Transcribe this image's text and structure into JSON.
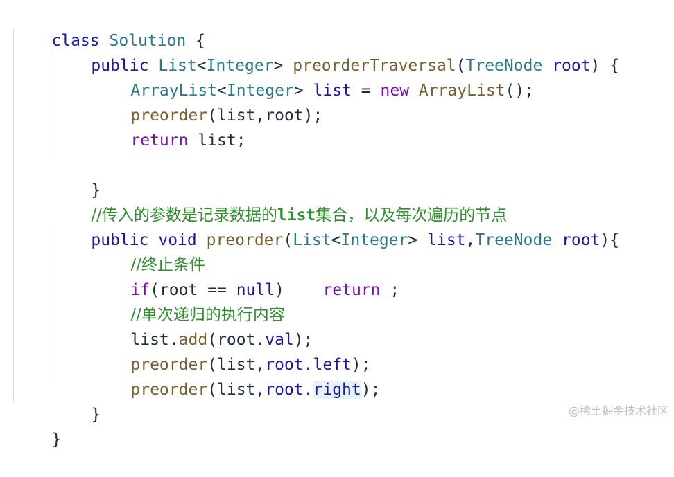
{
  "code": {
    "line1": {
      "kw": "class",
      "name": "Solution",
      "brace": "{"
    },
    "line2": {
      "public": "public",
      "ret_type": "List",
      "generic_open": "<",
      "generic_type": "Integer",
      "generic_close": ">",
      "method": "preorderTraversal",
      "paren_open": "(",
      "param_type": "TreeNode",
      "param_name": "root",
      "paren_close": ")",
      "brace": "{"
    },
    "line3": {
      "type": "ArrayList",
      "generic_open": "<",
      "generic_type": "Integer",
      "generic_close": ">",
      "var": "list",
      "eq": "=",
      "new": "new",
      "ctor": "ArrayList",
      "tail": "();"
    },
    "line4": {
      "fn": "preorder",
      "args": "(list,root);"
    },
    "line5": {
      "kw": "return",
      "rest": " list;"
    },
    "line7": {
      "brace": "}"
    },
    "line8": {
      "prefix": "//传入的参数是记录数据的",
      "bold": "list",
      "suffix": "集合，以及每次遍历的节点"
    },
    "line9": {
      "public": "public",
      "void": "void",
      "fn": "preorder",
      "paren_open": "(",
      "list_type": "List",
      "generic_open": "<",
      "generic_type": "Integer",
      "generic_close": ">",
      "list_name": "list,",
      "node_type": "TreeNode",
      "node_name": "root",
      "tail": "){"
    },
    "line10": {
      "comment": "//终止条件"
    },
    "line11": {
      "if_kw": "if",
      "cond_open": "(root",
      "op": "==",
      "null_kw": "null",
      "cond_close": ")",
      "ret_kw": "return",
      "semi": ";"
    },
    "line12": {
      "comment": "//单次递归的执行内容"
    },
    "line13": {
      "obj": "list.",
      "fn": "add",
      "args": "(root.",
      "field": "val",
      "tail": ");"
    },
    "line14": {
      "fn": "preorder",
      "args": "(list,",
      "root": "root.",
      "field": "left",
      "tail": ");"
    },
    "line15": {
      "fn": "preorder",
      "args": "(list,",
      "root": "root.",
      "field": "right",
      "tail": ");"
    },
    "line16": {
      "brace": "}"
    },
    "line17": {
      "brace": "}"
    }
  },
  "watermark": "@稀土掘金技术社区",
  "colors": {
    "keyword_purple": "#7a0fb0",
    "keyword_blue": "#1a1aa6",
    "type_teal": "#2b7a8b",
    "function_brown": "#75612f",
    "comment_green": "#2f8f2f",
    "indent_guide": "#d9dde3"
  }
}
